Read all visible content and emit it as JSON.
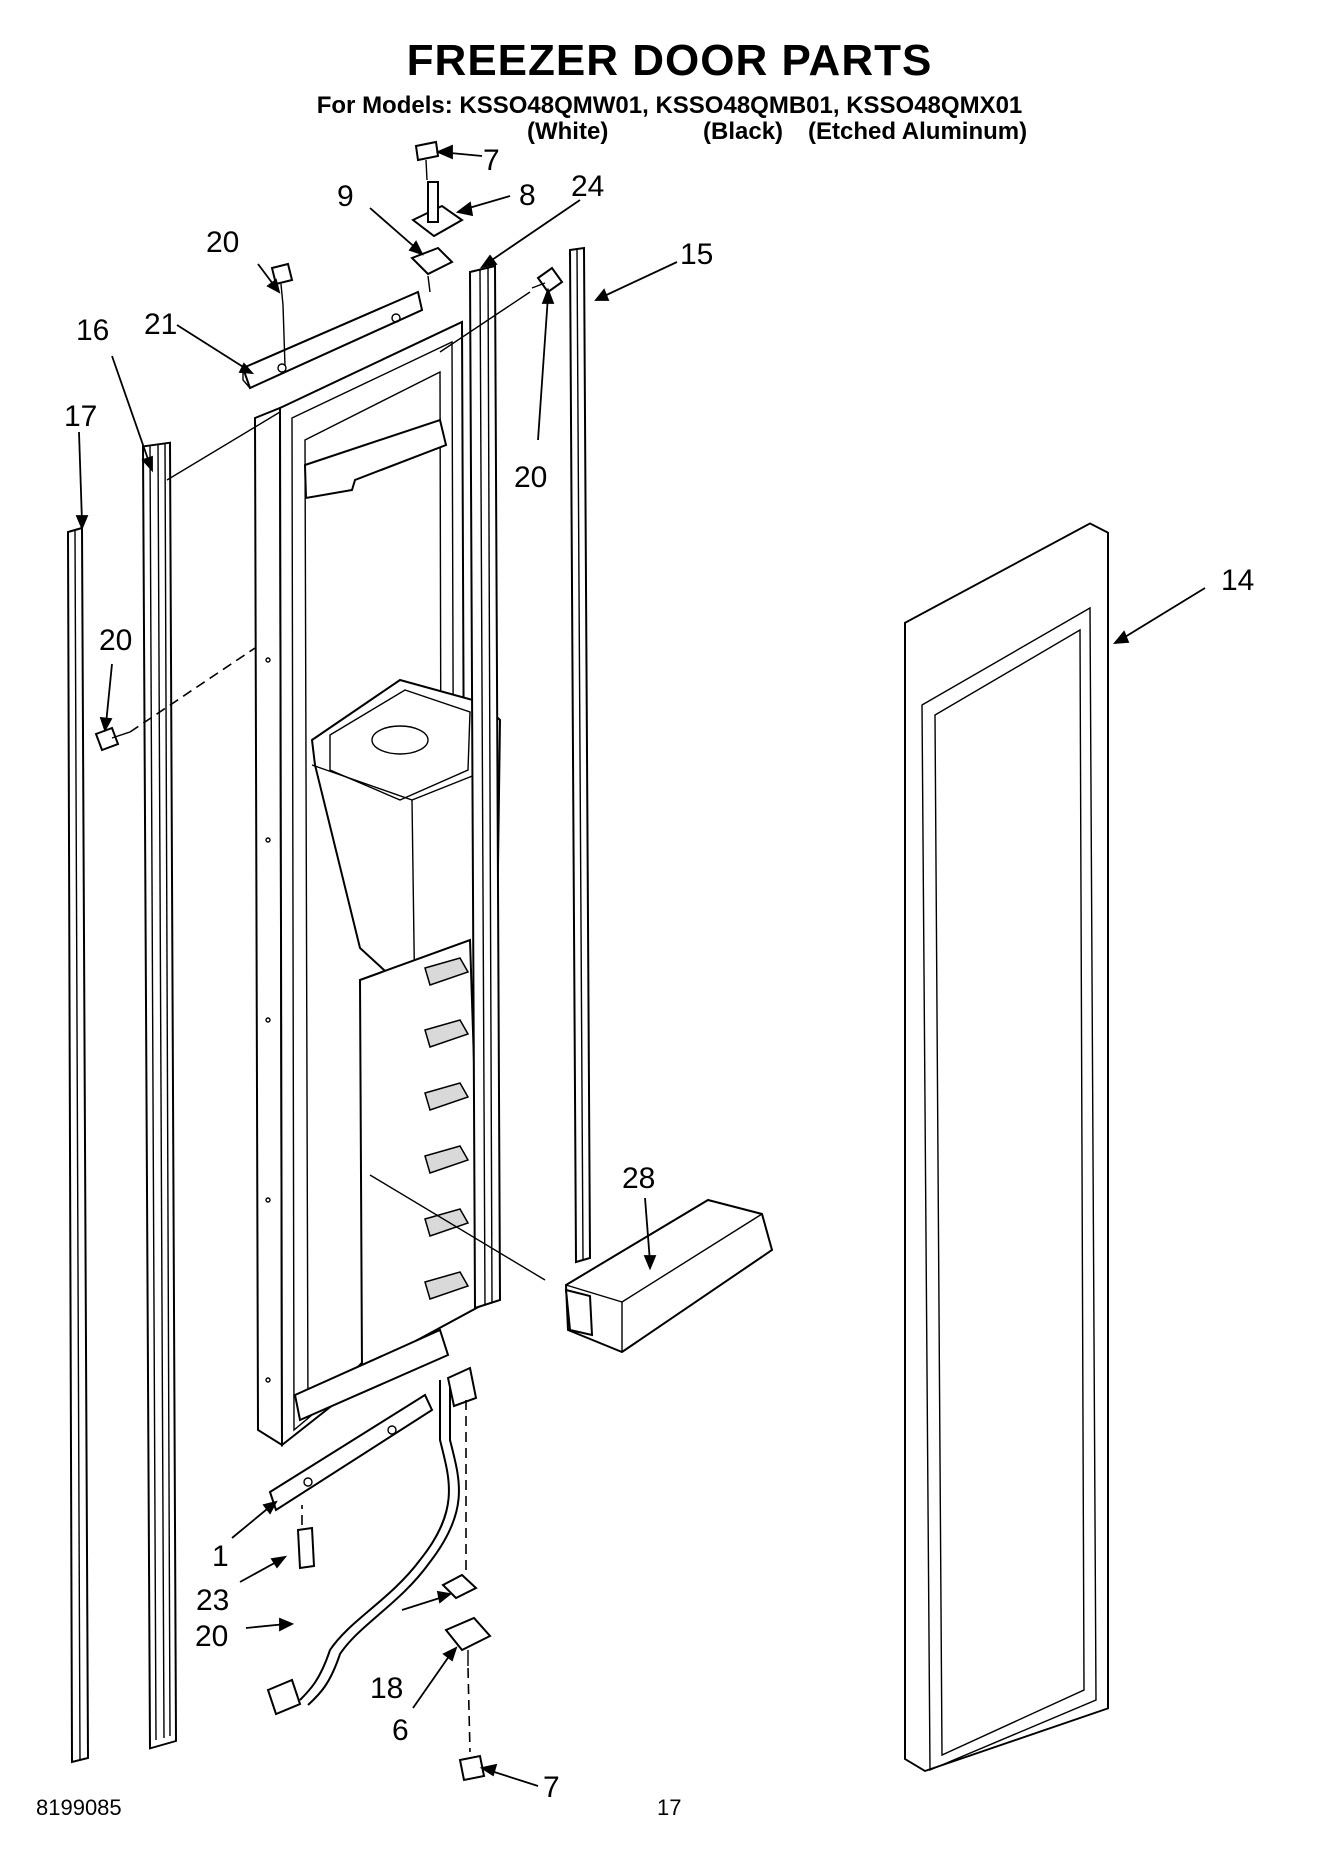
{
  "header": {
    "title": "FREEZER DOOR PARTS",
    "models_line": "For Models: KSSO48QMW01, KSSO48QMB01, KSSO48QMX01",
    "finish_white": "(White)",
    "finish_black": "(Black)",
    "finish_aluminum": "(Etched Aluminum)"
  },
  "callouts": {
    "c7_top": "7",
    "c8": "8",
    "c9": "9",
    "c24": "24",
    "c20_top": "20",
    "c15": "15",
    "c21": "21",
    "c16": "16",
    "c17": "17",
    "c20_right": "20",
    "c14": "14",
    "c20_left": "20",
    "c28": "28",
    "c1": "1",
    "c23": "23",
    "c20_bottom": "20",
    "c18": "18",
    "c6": "6",
    "c7_bottom": "7"
  },
  "footer": {
    "doc_number": "8199085",
    "page_number": "17"
  }
}
